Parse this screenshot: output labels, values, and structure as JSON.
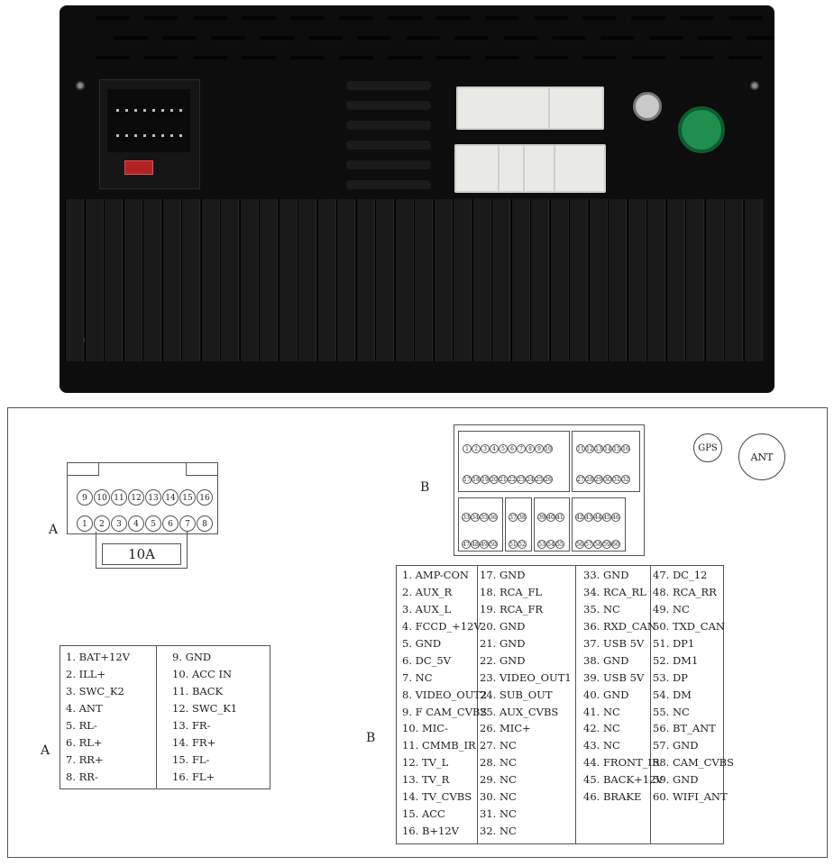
{
  "connector_a": {
    "label_top": "A",
    "label_bottom": "A",
    "fuse_label": "10A",
    "row_top": [
      "9",
      "10",
      "11",
      "12",
      "13",
      "14",
      "15",
      "16"
    ],
    "row_bottom": [
      "1",
      "2",
      "3",
      "4",
      "5",
      "6",
      "7",
      "8"
    ],
    "pins_left": [
      "1. BAT+12V",
      "2. ILL+",
      "3. SWC_K2",
      "4. ANT",
      "5. RL-",
      "6. RL+",
      "7. RR+",
      "8. RR-"
    ],
    "pins_right": [
      "9. GND",
      "10. ACC IN",
      "11. BACK",
      "12. SWC_K1",
      "13. FR-",
      "14. FR+",
      "15. FL-",
      "16. FL+"
    ]
  },
  "connector_b": {
    "label_top": "B",
    "label_bottom": "B",
    "upper_left_row1": [
      "1",
      "2",
      "3",
      "4",
      "5",
      "6",
      "7",
      "8",
      "9",
      "10"
    ],
    "upper_right_row1": [
      "11",
      "12",
      "13",
      "14",
      "15",
      "16"
    ],
    "upper_left_row2": [
      "17",
      "18",
      "19",
      "20",
      "21",
      "22",
      "23",
      "24",
      "25",
      "26"
    ],
    "upper_right_row2": [
      "27",
      "28",
      "29",
      "30",
      "31",
      "32"
    ],
    "lower_groups_row1": [
      [
        "33",
        "34",
        "35",
        "36"
      ],
      [
        "37",
        "38"
      ],
      [
        "39",
        "40",
        "41"
      ],
      [
        "42",
        "43",
        "44",
        "45",
        "46"
      ]
    ],
    "lower_groups_row2": [
      [
        "47",
        "48",
        "49",
        "50"
      ],
      [
        "51",
        "52"
      ],
      [
        "53",
        "54",
        "55"
      ],
      [
        "56",
        "57",
        "58",
        "59",
        "60"
      ]
    ],
    "col1": [
      "1. AMP-CON",
      "2. AUX_R",
      "3. AUX_L",
      "4. FCCD_+12V",
      "5. GND",
      "6. DC_5V",
      "7. NC",
      "8. VIDEO_OUT2",
      "9. F CAM_CVBS",
      "10. MIC-",
      "11. CMMB_IR",
      "12. TV_L",
      "13. TV_R",
      "14. TV_CVBS",
      "15. ACC",
      "16. B+12V"
    ],
    "col2": [
      "17. GND",
      "18. RCA_FL",
      "19. RCA_FR",
      "20. GND",
      "21. GND",
      "22. GND",
      "23. VIDEO_OUT1",
      "24. SUB_OUT",
      "25. AUX_CVBS",
      "26. MIC+",
      "27. NC",
      "28. NC",
      "29. NC",
      "30. NC",
      "31. NC",
      "32. NC"
    ],
    "col3": [
      "33. GND",
      "34. RCA_RL",
      "35. NC",
      "36. RXD_CAN",
      "37. USB 5V",
      "38. GND",
      "39. USB 5V",
      "40. GND",
      "41. NC",
      "42. NC",
      "43. NC",
      "44. FRONT_IR",
      "45. BACK+12V",
      "46. BRAKE"
    ],
    "col4": [
      "47. DC_12",
      "48. RCA_RR",
      "49. NC",
      "50. TXD_CAN",
      "51. DP1",
      "52. DM1",
      "53. DP",
      "54. DM",
      "55. NC",
      "56. BT_ANT",
      "57. GND",
      "58. CAM_CVBS",
      "59. GND",
      "60. WIFI_ANT"
    ]
  },
  "ports": {
    "gps": "GPS",
    "ant": "ANT"
  },
  "colors": {
    "unit_body": "#0d0d0d",
    "connector_white": "#e9e9e6",
    "antenna_port": "#1f8f4e",
    "fuse": "#b22222"
  }
}
